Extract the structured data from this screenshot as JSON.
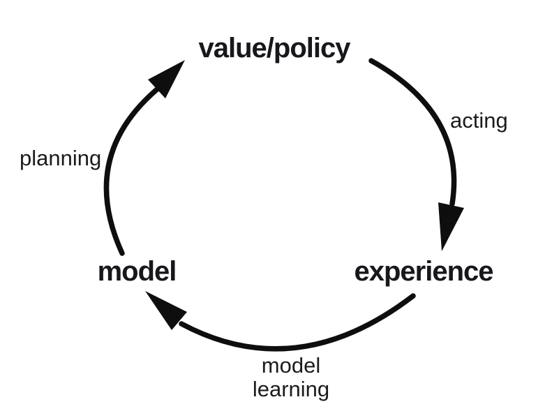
{
  "diagram": {
    "background_color": "#ffffff",
    "ink_color": "#0e0e0e",
    "nodes": {
      "value_policy": {
        "label": "value/policy"
      },
      "experience": {
        "label": "experience"
      },
      "model": {
        "label": "model"
      }
    },
    "edges": {
      "acting": {
        "label": "acting",
        "from": "value/policy",
        "to": "experience"
      },
      "model_learning": {
        "label_line1": "model",
        "label_line2": "learning",
        "from": "experience",
        "to": "model"
      },
      "planning": {
        "label": "planning",
        "from": "model",
        "to": "value/policy"
      }
    }
  }
}
